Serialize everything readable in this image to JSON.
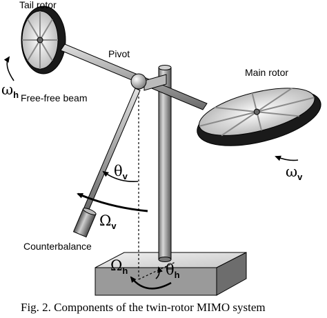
{
  "labels": {
    "tail_rotor": "Tail rotor",
    "pivot": "Pivot",
    "main_rotor": "Main rotor",
    "free_beam": "Free-free beam",
    "counterbalance": "Counterbalance"
  },
  "symbols": {
    "omega_h": {
      "base": "ω",
      "sub": "h"
    },
    "omega_v": {
      "base": "ω",
      "sub": "v"
    },
    "theta_v": {
      "base": "θ",
      "sub": "v"
    },
    "Omega_v": {
      "base": "Ω",
      "sub": "v"
    },
    "Omega_h": {
      "base": "Ω",
      "sub": "h"
    },
    "theta_h": {
      "base": "θ",
      "sub": "h"
    }
  },
  "caption": "Fig. 2. Components of the twin-rotor MIMO system"
}
